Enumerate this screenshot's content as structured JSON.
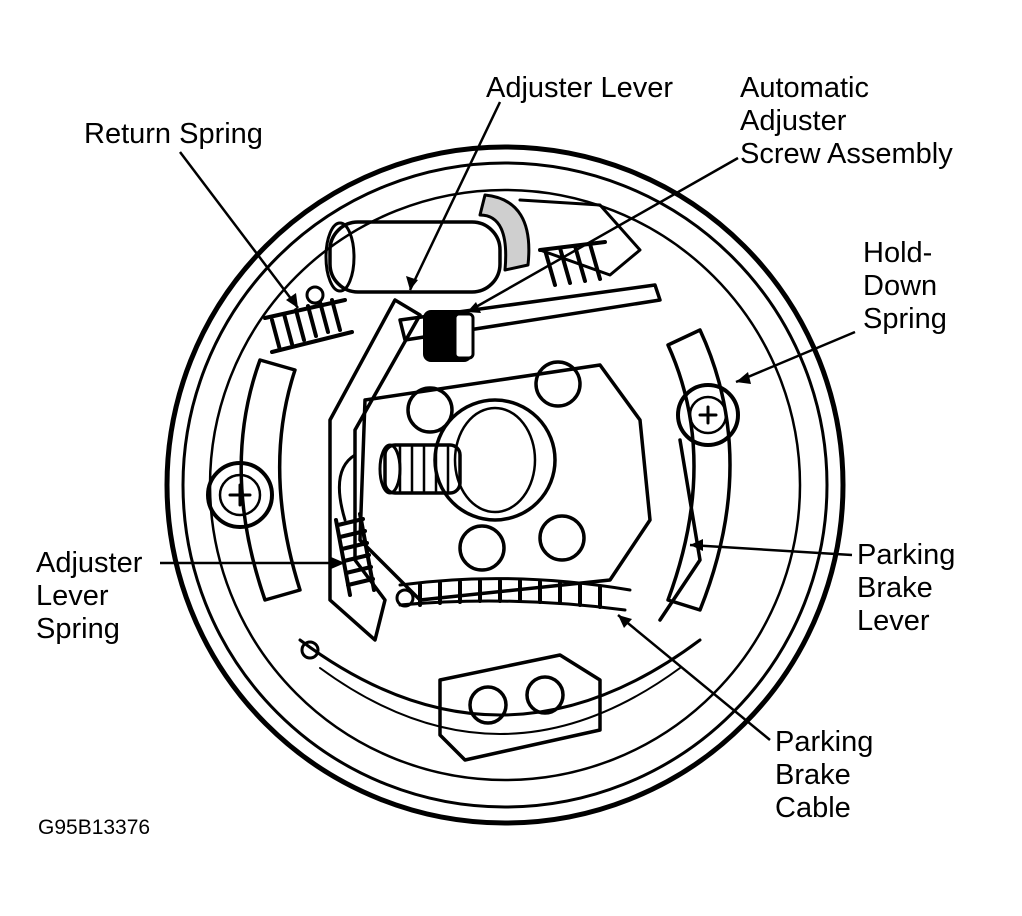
{
  "labels": {
    "adjuster_lever": [
      "Adjuster Lever"
    ],
    "return_spring": [
      "Return Spring"
    ],
    "auto_adjuster": [
      "Automatic",
      "Adjuster",
      "Screw Assembly"
    ],
    "hold_down_spring": [
      "Hold-",
      "Down",
      "Spring"
    ],
    "adjuster_lever_spring": [
      "Adjuster",
      "Lever",
      "Spring"
    ],
    "parking_brake_lever": [
      "Parking",
      "Brake",
      "Lever"
    ],
    "parking_brake_cable": [
      "Parking",
      "Brake",
      "Cable"
    ]
  },
  "figure_code": "G95B13376",
  "colors": {
    "ink": "#000000",
    "paper": "#ffffff"
  }
}
